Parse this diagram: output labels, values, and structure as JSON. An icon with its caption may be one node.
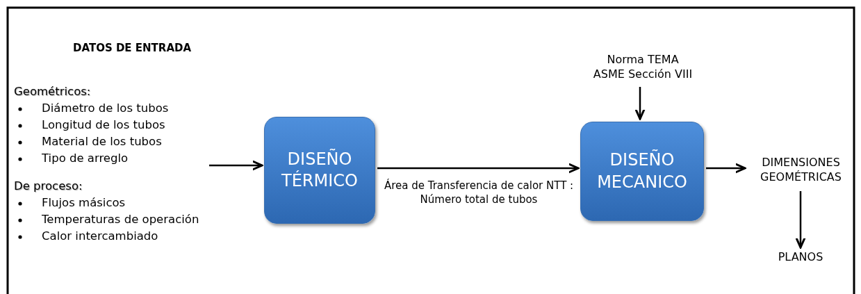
{
  "diagram": {
    "title": "DATOS DE ENTRADA",
    "nodes": [
      {
        "text": [
          "Geométricos:",
          "Diámetro de los tubos",
          "Longitud de los tubos",
          "Material de los tubos",
          "Tipo de arreglo",
          "De proceso:",
          "Flujos másicos",
          "Temperaturas de operación",
          "Calor intercambiado"
        ]
      },
      {
        "text": [
          "DISEÑO TÉRMICO"
        ]
      },
      {
        "text": [
          "Norma TEMA",
          "ASME Sección VIII"
        ]
      },
      {
        "text": [
          "DISEÑO MECANICO"
        ]
      },
      {
        "text": [
          "DIMENSIONES GEOMÉTRICAS"
        ]
      },
      {
        "text": [
          "PLANOS"
        ]
      }
    ],
    "edges": [
      {
        "from": 0,
        "to": 1,
        "arrow": "to"
      },
      {
        "from": 1,
        "to": 3,
        "arrow": "to",
        "label": "Área de Transferencia de calor NTT : Número total de tubos"
      },
      {
        "from": 2,
        "to": 3,
        "arrow": "to"
      },
      {
        "from": 3,
        "to": 4,
        "arrow": "to"
      },
      {
        "from": 4,
        "to": 5,
        "arrow": "to"
      }
    ]
  }
}
